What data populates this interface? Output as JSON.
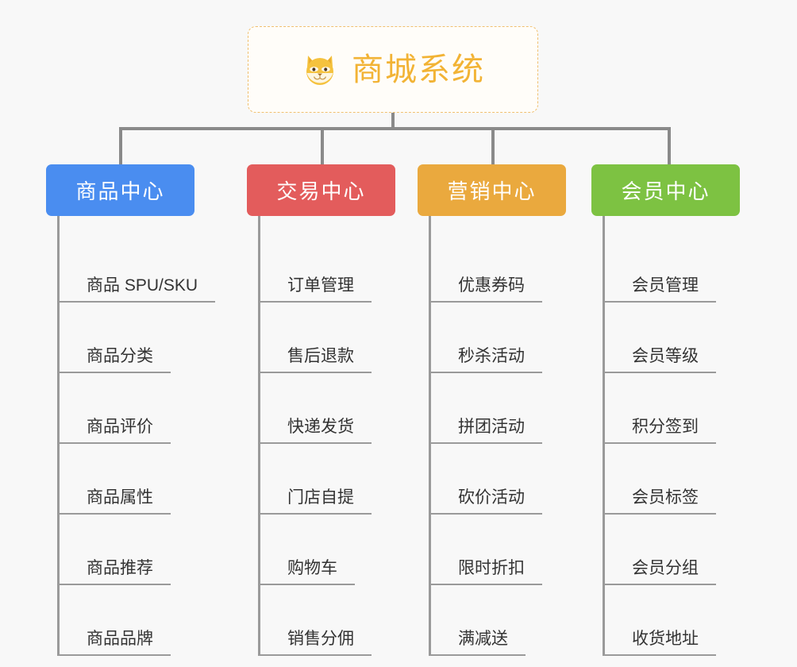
{
  "page": {
    "background": "#f8f8f8",
    "connector_color": "#8a8a8a"
  },
  "root": {
    "title": "商城系统",
    "icon": "shiba-dog-face-icon",
    "text_color": "#f2b335",
    "border_color": "#f0c070",
    "background": "#fffdf9"
  },
  "columns": [
    {
      "title": "商品中心",
      "color": "#4a8df0",
      "items": [
        "商品 SPU/SKU",
        "商品分类",
        "商品评价",
        "商品属性",
        "商品推荐",
        "商品品牌"
      ]
    },
    {
      "title": "交易中心",
      "color": "#e35c5c",
      "items": [
        "订单管理",
        "售后退款",
        "快递发货",
        "门店自提",
        "购物车",
        "销售分佣"
      ]
    },
    {
      "title": "营销中心",
      "color": "#eaa93e",
      "items": [
        "优惠券码",
        "秒杀活动",
        "拼团活动",
        "砍价活动",
        "限时折扣",
        "满减送"
      ]
    },
    {
      "title": "会员中心",
      "color": "#7dc242",
      "items": [
        "会员管理",
        "会员等级",
        "积分签到",
        "会员标签",
        "会员分组",
        "收货地址"
      ]
    }
  ]
}
